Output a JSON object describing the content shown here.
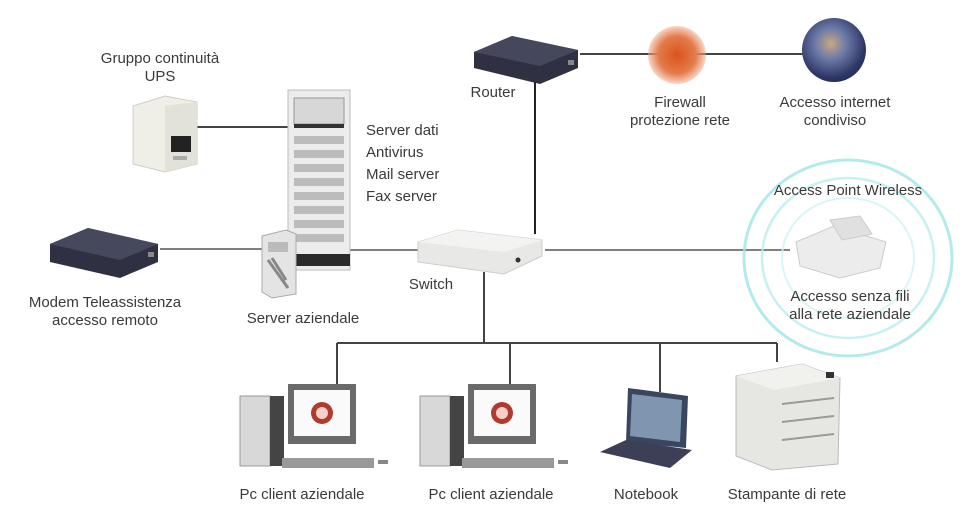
{
  "diagram": {
    "nodes": {
      "ups": {
        "label1": "Gruppo continuità",
        "label2": "UPS"
      },
      "server_dati": {
        "lines": [
          "Server dati",
          "Antivirus",
          "Mail server",
          "Fax server"
        ]
      },
      "router": {
        "label": "Router"
      },
      "firewall": {
        "label1": "Firewall",
        "label2": "protezione rete"
      },
      "internet": {
        "label1": "Accesso internet",
        "label2": "condiviso"
      },
      "access_point": {
        "title": "Access Point Wireless",
        "label1": "Accesso senza fili",
        "label2": "alla rete aziendale"
      },
      "modem": {
        "label1": "Modem Teleassistenza",
        "label2": "accesso remoto"
      },
      "server_aziendale": {
        "label": "Server aziendale"
      },
      "switch": {
        "label": "Switch"
      },
      "pc1": {
        "label": "Pc client aziendale"
      },
      "pc2": {
        "label": "Pc client aziendale"
      },
      "notebook": {
        "label": "Notebook"
      },
      "printer": {
        "label": "Stampante di rete"
      }
    },
    "colors": {
      "wire": "#444444",
      "firewall": "#d9541e",
      "wireless_ring": "#8fe3e3",
      "router_body": "#2f3142",
      "device_light": "#e6e6e2"
    }
  }
}
